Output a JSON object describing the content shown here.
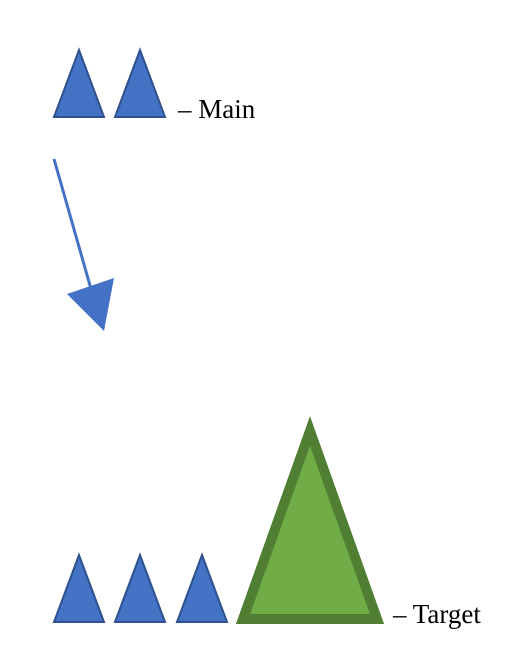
{
  "labels": {
    "main": "– Main",
    "target": "– Target"
  },
  "colors": {
    "small_fill": "#4472C4",
    "small_stroke": "#2F528F",
    "arrow": "#4472C4",
    "target_fill": "#70AD47",
    "target_stroke": "#507E32"
  },
  "counts": {
    "main_triangles": 2,
    "target_small_triangles": 3
  }
}
